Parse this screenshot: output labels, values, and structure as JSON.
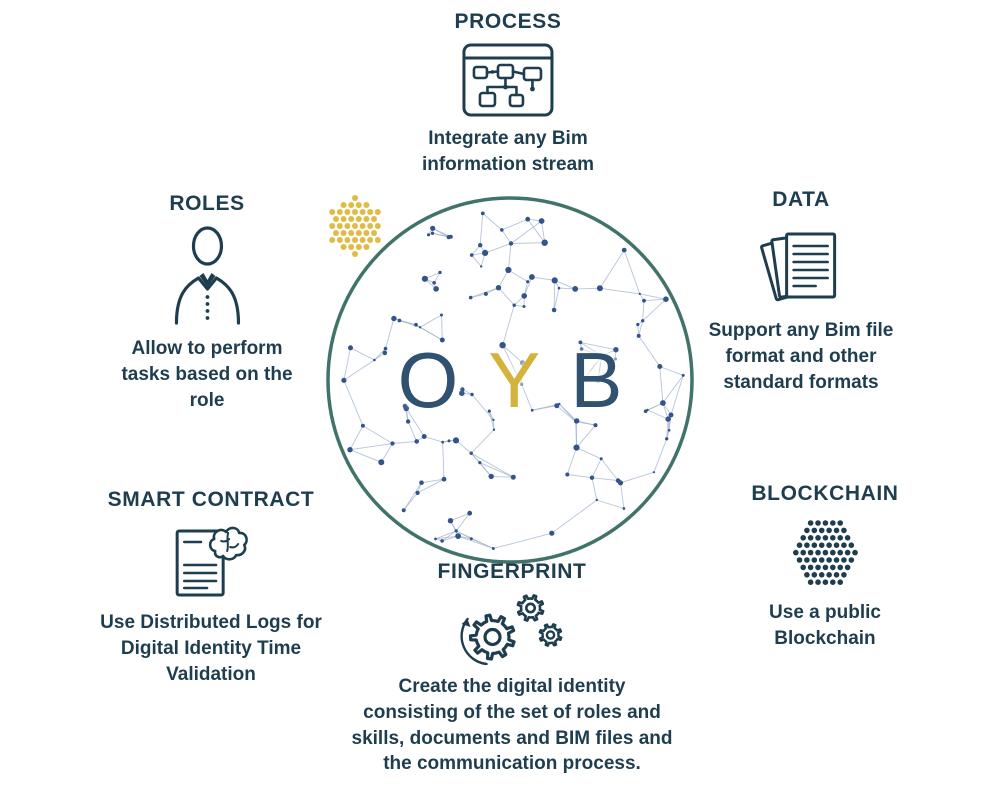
{
  "brand": {
    "letter_o": "O",
    "letter_y": "Y",
    "letter_b": "B",
    "center_icon": "network-globe"
  },
  "colors": {
    "text_dark": "#1e3d4f",
    "accent_gold": "#e0bc45",
    "logo_navy": "#30516f",
    "logo_gold": "#d4b33c",
    "sphere_border": "#41736a",
    "network_node": "#33548a",
    "network_line": "#9db1cf"
  },
  "features": {
    "process": {
      "title": "PROCESS",
      "icon": "process-flow-icon",
      "description": "Integrate any Bim\ninformation stream"
    },
    "roles": {
      "title": "ROLES",
      "icon": "person-icon",
      "description": "Allow to perform\ntasks based on the\nrole"
    },
    "data": {
      "title": "DATA",
      "icon": "documents-stack-icon",
      "description": "Support any Bim file\nformat and other\nstandard formats"
    },
    "smart_contract": {
      "title": "SMART CONTRACT",
      "icon": "contract-brain-icon",
      "description": "Use Distributed Logs for\nDigital Identity Time\nValidation"
    },
    "blockchain": {
      "title": "BLOCKCHAIN",
      "icon": "dot-hexagon-icon",
      "description": "Use a public\nBlockchain"
    },
    "fingerprint": {
      "title": "FINGERPRINT",
      "icon": "gears-icon",
      "description": "Create the digital identity\nconsisting of the set of roles and\nskills, documents and BIM files and\nthe communication process."
    }
  }
}
